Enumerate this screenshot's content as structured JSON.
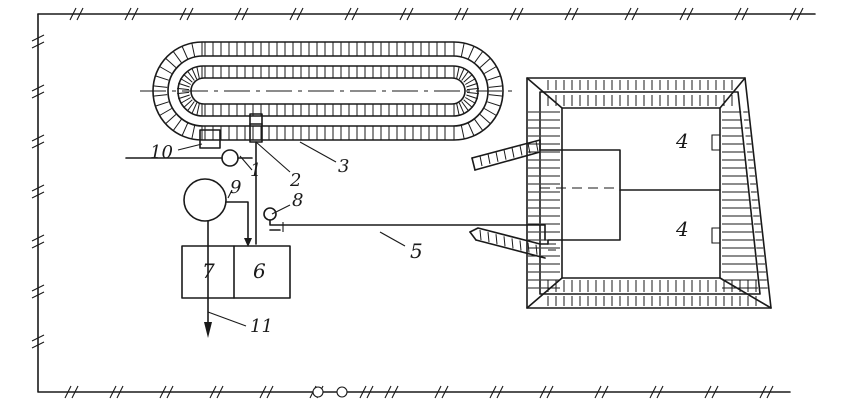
{
  "labels": {
    "l1": "1",
    "l2": "2",
    "l3": "3",
    "l4a": "4",
    "l4b": "4",
    "l5": "5",
    "l6": "6",
    "l7": "7",
    "l8": "8",
    "l9": "9",
    "l10": "10",
    "l11": "11"
  }
}
